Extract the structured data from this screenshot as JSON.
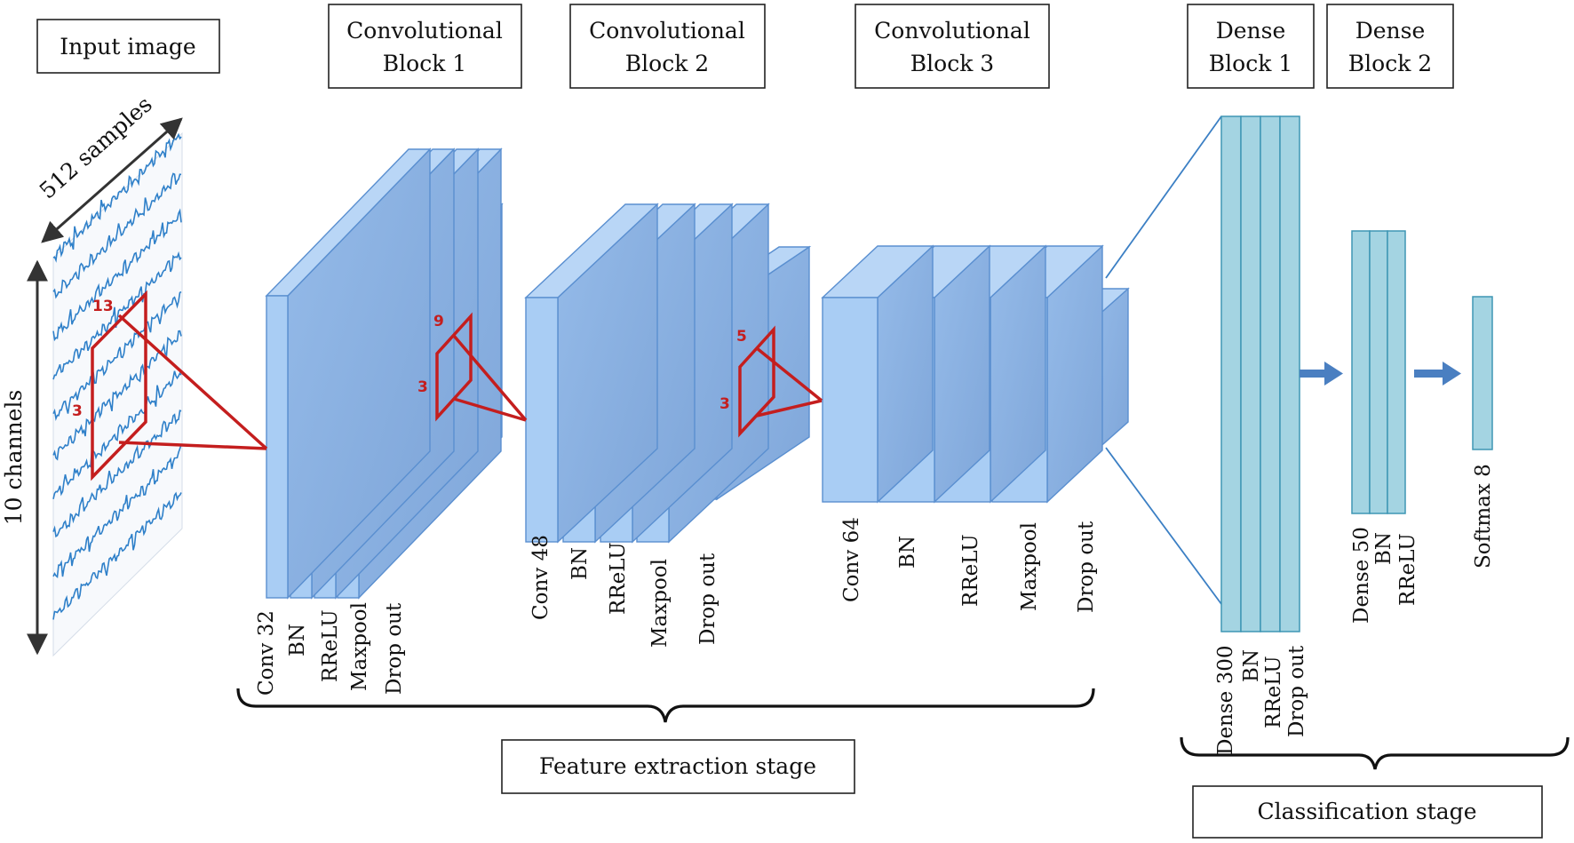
{
  "headers": {
    "input_image": "Input image",
    "conv_block_1": [
      "Convolutional",
      "Block 1"
    ],
    "conv_block_2": [
      "Convolutional",
      "Block 2"
    ],
    "conv_block_3": [
      "Convolutional",
      "Block 3"
    ],
    "dense_block_1": [
      "Dense",
      "Block 1"
    ],
    "dense_block_2": [
      "Dense",
      "Block 2"
    ]
  },
  "input": {
    "samples_label": "512 samples",
    "channels_label": "10 channels"
  },
  "kernels": {
    "k1": {
      "height": "13",
      "width": "3"
    },
    "k2": {
      "height": "9",
      "width": "3"
    },
    "k3": {
      "height": "5",
      "width": "3"
    }
  },
  "layers": {
    "block1": [
      "Conv 32",
      "BN",
      "RReLU",
      "Maxpool",
      "Drop out"
    ],
    "block2": [
      "Conv 48",
      "BN",
      "RReLU",
      "Maxpool",
      "Drop out"
    ],
    "block3": [
      "Conv 64",
      "BN",
      "RReLU",
      "Maxpool",
      "Drop out"
    ],
    "dense1": [
      "Dense 300",
      "BN",
      "RReLU",
      "Drop out"
    ],
    "dense2": [
      "Dense 50",
      "BN",
      "RReLU"
    ],
    "output": "Softmax 8"
  },
  "stages": {
    "feature": "Feature extraction stage",
    "classification": "Classification stage"
  },
  "colors": {
    "layer_front": "#a9cdf4",
    "layer_side": "#8fb5e6",
    "layer_stroke": "#5a8fd0",
    "dense_fill": "#a4d4e2",
    "dense_stroke": "#3e96b4",
    "kernel": "#c41e1e",
    "arrow": "#4a7fc1",
    "signal": "#2f80c9"
  }
}
